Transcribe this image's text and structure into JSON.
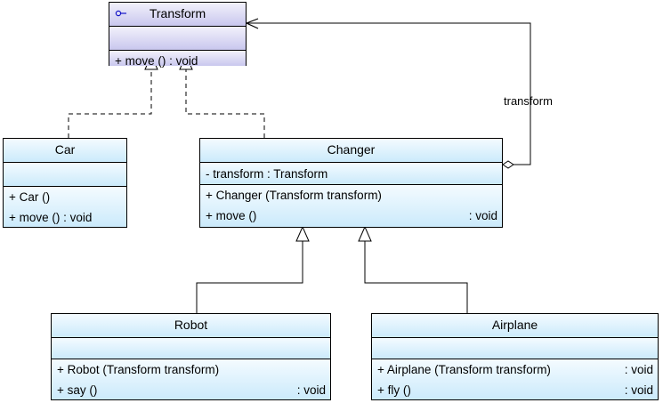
{
  "diagram": {
    "title": "UML Class Diagram",
    "type": "uml-class-diagram",
    "background_color": "#ffffff",
    "interface_fill": "#c9c7ee",
    "class_fill": "#cbeafb",
    "line_color": "#000000"
  },
  "classes": [
    {
      "id": "transform",
      "name": "Transform",
      "stereotype": "interface",
      "icon": "interface-lollipop-icon",
      "attributes": [],
      "operations": [
        {
          "left": "+ move () : void",
          "right": ""
        }
      ]
    },
    {
      "id": "car",
      "name": "Car",
      "stereotype": "class",
      "attributes": [],
      "operations": [
        {
          "left": "+ Car ()",
          "right": ""
        },
        {
          "left": "+ move () : void",
          "right": ""
        }
      ]
    },
    {
      "id": "changer",
      "name": "Changer",
      "stereotype": "class",
      "attributes": [
        {
          "left": "-  transform  : Transform",
          "right": ""
        }
      ],
      "operations": [
        {
          "left": "+ Changer (Transform transform)",
          "right": ""
        },
        {
          "left": "+ move ()",
          "right": ": void"
        }
      ]
    },
    {
      "id": "robot",
      "name": "Robot",
      "stereotype": "class",
      "attributes": [],
      "operations": [
        {
          "left": "+ Robot (Transform transform)",
          "right": ""
        },
        {
          "left": "+ say ()",
          "right": ": void"
        }
      ]
    },
    {
      "id": "airplane",
      "name": "Airplane",
      "stereotype": "class",
      "attributes": [],
      "operations": [
        {
          "left": "+ Airplane (Transform transform)",
          "right": ""
        },
        {
          "left": "+ fly ()",
          "right": ": void"
        }
      ]
    }
  ],
  "relationships": [
    {
      "id": "car-realizes-transform",
      "type": "realization",
      "from": "car",
      "to": "transform",
      "label": ""
    },
    {
      "id": "changer-realizes-transform",
      "type": "realization",
      "from": "changer",
      "to": "transform",
      "label": ""
    },
    {
      "id": "changer-aggregates-transform",
      "type": "aggregation",
      "from": "changer",
      "to": "transform",
      "label": "transform"
    },
    {
      "id": "robot-extends-changer",
      "type": "generalization",
      "from": "robot",
      "to": "changer",
      "label": ""
    },
    {
      "id": "airplane-extends-changer",
      "type": "generalization",
      "from": "airplane",
      "to": "changer",
      "label": ""
    }
  ],
  "labels": {
    "transform_association": "transform"
  }
}
